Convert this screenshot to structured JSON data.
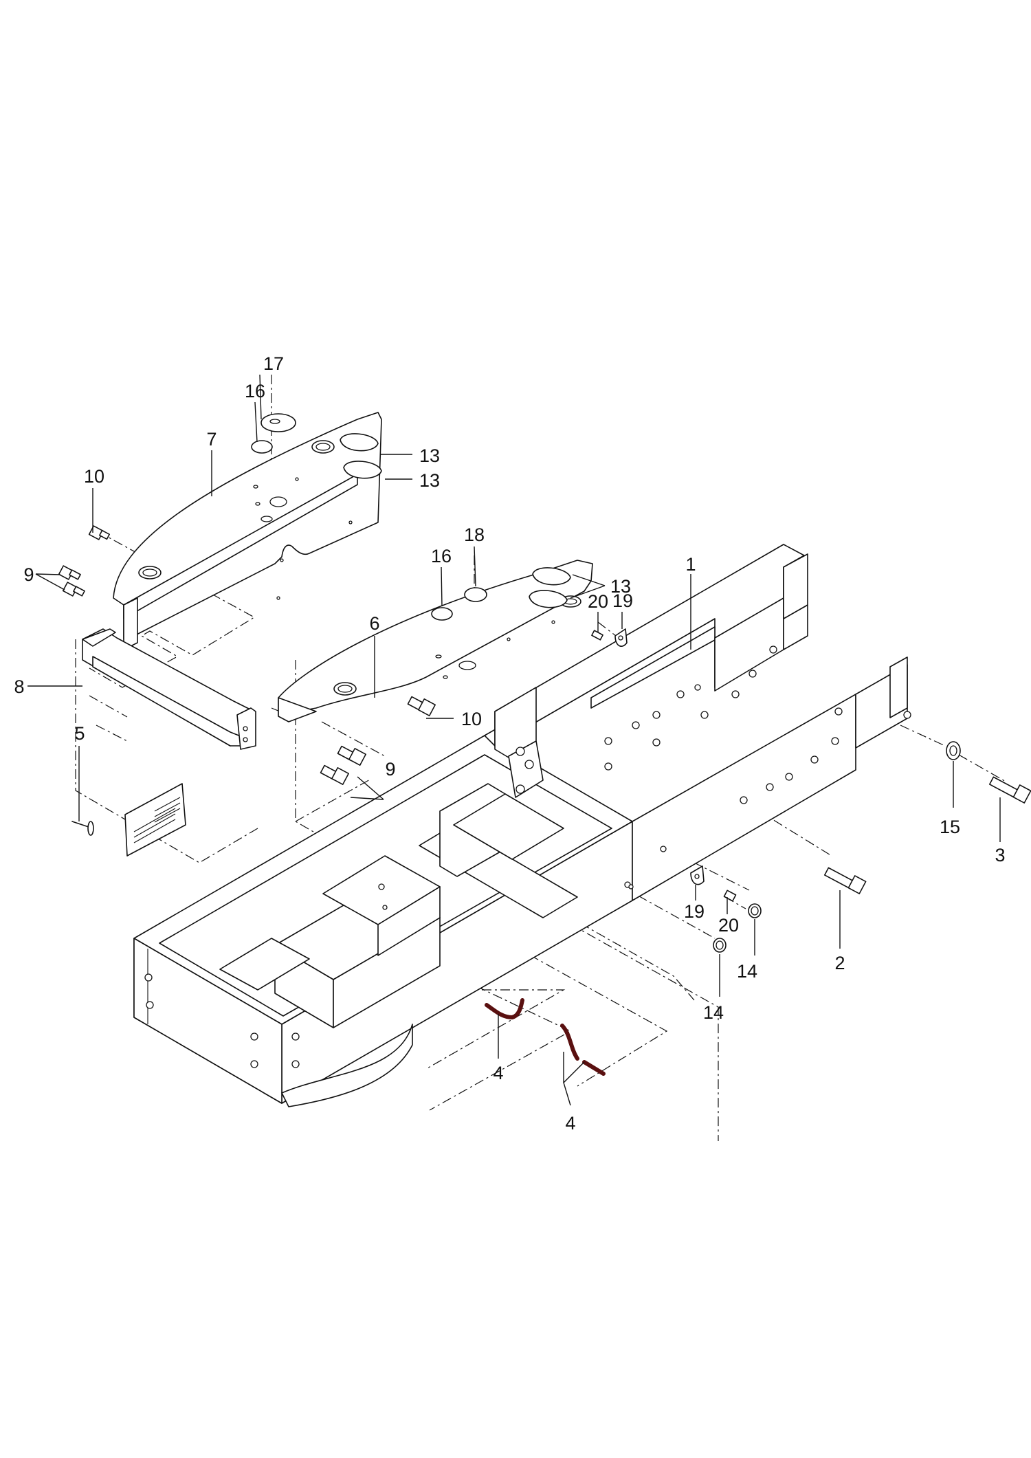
{
  "figure": {
    "title": "Frame assembly exploded view",
    "callouts": [
      {
        "id": "c1",
        "label": "1"
      },
      {
        "id": "c2",
        "label": "2"
      },
      {
        "id": "c3",
        "label": "3"
      },
      {
        "id": "c4a",
        "label": "4"
      },
      {
        "id": "c4b",
        "label": "4"
      },
      {
        "id": "c5",
        "label": "5"
      },
      {
        "id": "c6",
        "label": "6"
      },
      {
        "id": "c7",
        "label": "7"
      },
      {
        "id": "c8",
        "label": "8"
      },
      {
        "id": "c9a",
        "label": "9"
      },
      {
        "id": "c9b",
        "label": "9"
      },
      {
        "id": "c10a",
        "label": "10"
      },
      {
        "id": "c10b",
        "label": "10"
      },
      {
        "id": "c13a",
        "label": "13"
      },
      {
        "id": "c13b",
        "label": "13"
      },
      {
        "id": "c13c",
        "label": "13"
      },
      {
        "id": "c14a",
        "label": "14"
      },
      {
        "id": "c14b",
        "label": "14"
      },
      {
        "id": "c15",
        "label": "15"
      },
      {
        "id": "c16a",
        "label": "16"
      },
      {
        "id": "c16b",
        "label": "16"
      },
      {
        "id": "c17",
        "label": "17"
      },
      {
        "id": "c18",
        "label": "18"
      },
      {
        "id": "c19a",
        "label": "19"
      },
      {
        "id": "c19b",
        "label": "19"
      },
      {
        "id": "c20a",
        "label": "20"
      },
      {
        "id": "c20b",
        "label": "20"
      }
    ]
  },
  "colors": {
    "line": "#111111",
    "hose": "#5a1010",
    "background": "#ffffff"
  }
}
